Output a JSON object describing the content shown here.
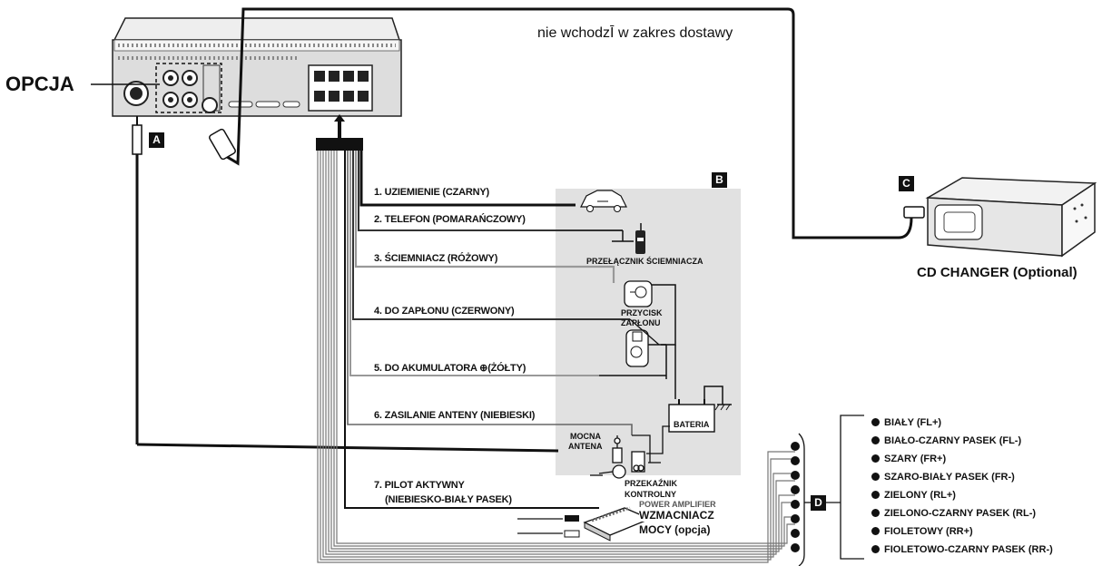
{
  "header": {
    "option_label": "OPCJA",
    "not_included_text": "nie wchodzĪ w zakres dostawy"
  },
  "tags": {
    "a": "A",
    "b": "B",
    "c": "C",
    "d": "D"
  },
  "cd_changer_label": "CD CHANGER (Optional)",
  "wires": [
    "1. UZIEMIENIE (CZARNY)",
    "2. TELEFON (POMARAŃCZOWY)",
    "3. ŚCIEMNIACZ (RÓŻOWY)",
    "4. DO ZAPŁONU (CZERWONY)",
    "5. DO AKUMULATORA ⊕(ŻÓŁTY)",
    "6. ZASILANIE ANTENY (NIEBIESKI)",
    "7. PILOT AKTYWNY"
  ],
  "wire7_sub": "(NIEBIESKO-BIAŁY PASEK)",
  "components": {
    "dimmer_switch": "PRZEŁĄCZNIK ŚCIEMNIACZA",
    "ignition_line1": "PRZYCISK",
    "ignition_line2": "ZAPŁONU",
    "battery": "BATERIA",
    "power_antenna_line1": "MOCNA",
    "power_antenna_line2": "ANTENA",
    "relay_line1": "PRZEKAŹNIK",
    "relay_line2": "KONTROLNY",
    "relay_overlap": "POWER AMPLIFIER",
    "amp_line1": "WZMACNIACZ",
    "amp_line2": "MOCY (opcja)"
  },
  "speakers": [
    "BIAŁY (FL+)",
    "BIAŁO-CZARNY PASEK (FL-)",
    "SZARY (FR+)",
    "SZARO-BIAŁY PASEK (FR-)",
    "ZIELONY (RL+)",
    "ZIELONO-CZARNY PASEK (RL-)",
    "FIOLETOWY (RR+)",
    "FIOLETOWO-CZARNY PASEK (RR-)"
  ]
}
